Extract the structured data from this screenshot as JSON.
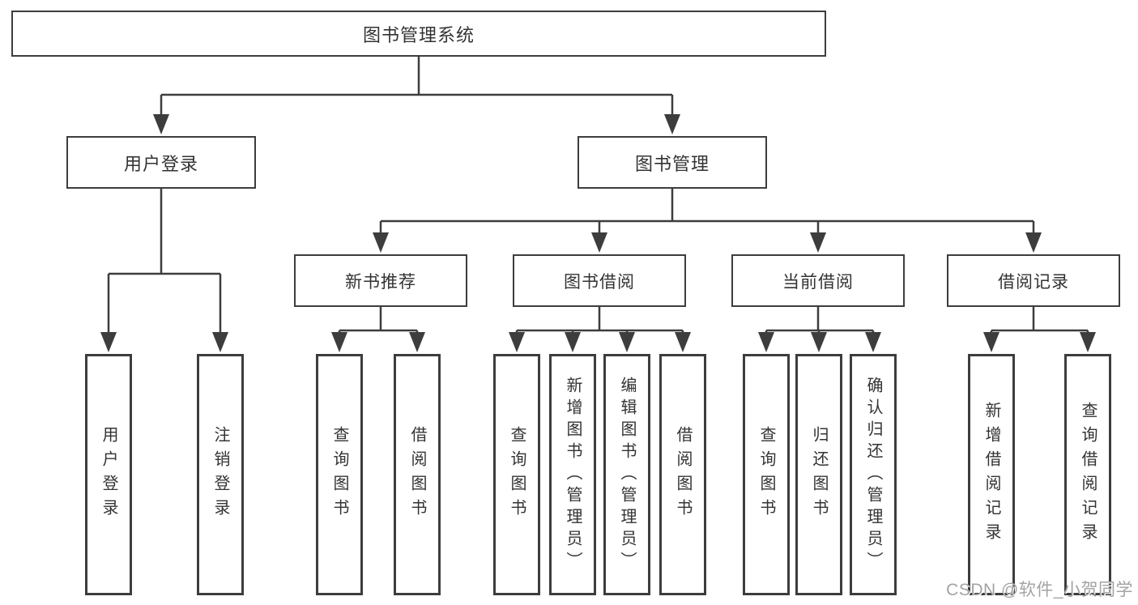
{
  "tree": {
    "root": {
      "label": "图书管理系统"
    },
    "branches": [
      {
        "label": "用户登录",
        "leaves": [
          {
            "label": "用户登录"
          },
          {
            "label": "注销登录"
          }
        ]
      },
      {
        "label": "图书管理",
        "groups": [
          {
            "label": "新书推荐",
            "leaves": [
              {
                "label": "查询图书"
              },
              {
                "label": "借阅图书"
              }
            ]
          },
          {
            "label": "图书借阅",
            "leaves": [
              {
                "label": "查询图书"
              },
              {
                "label": "新增图书（管理员）"
              },
              {
                "label": "编辑图书（管理员）"
              },
              {
                "label": "借阅图书"
              }
            ]
          },
          {
            "label": "当前借阅",
            "leaves": [
              {
                "label": "查询图书"
              },
              {
                "label": "归还图书"
              },
              {
                "label": "确认归还（管理员）"
              }
            ]
          },
          {
            "label": "借阅记录",
            "leaves": [
              {
                "label": "新增借阅记录"
              },
              {
                "label": "查询借阅记录"
              }
            ]
          }
        ]
      }
    ]
  },
  "watermark": {
    "text": "CSDN @软件_小贺同学"
  },
  "colors": {
    "line": "#3d3d3d",
    "text": "#333333",
    "background": "#ffffff",
    "watermark": "#a3a3a3"
  }
}
